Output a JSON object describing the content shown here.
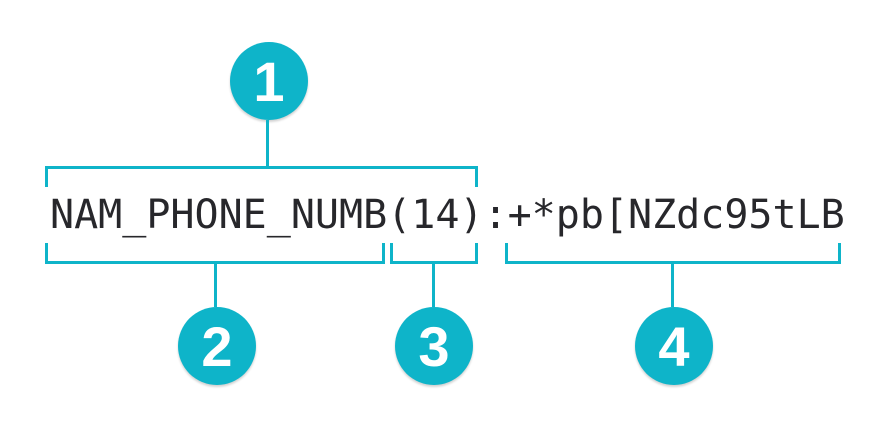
{
  "diagram": {
    "expression": {
      "field_name": "NAM_PHONE_NUMB",
      "length": "(14)",
      "separator": ":",
      "masked_value": "+*pb[NZdc95tLB"
    },
    "callouts": {
      "one": "1",
      "two": "2",
      "three": "3",
      "four": "4"
    },
    "colors": {
      "accent": "#0eb4c9",
      "text": "#27272b",
      "background": "#ffffff",
      "callout_number": "#ffffff"
    }
  }
}
